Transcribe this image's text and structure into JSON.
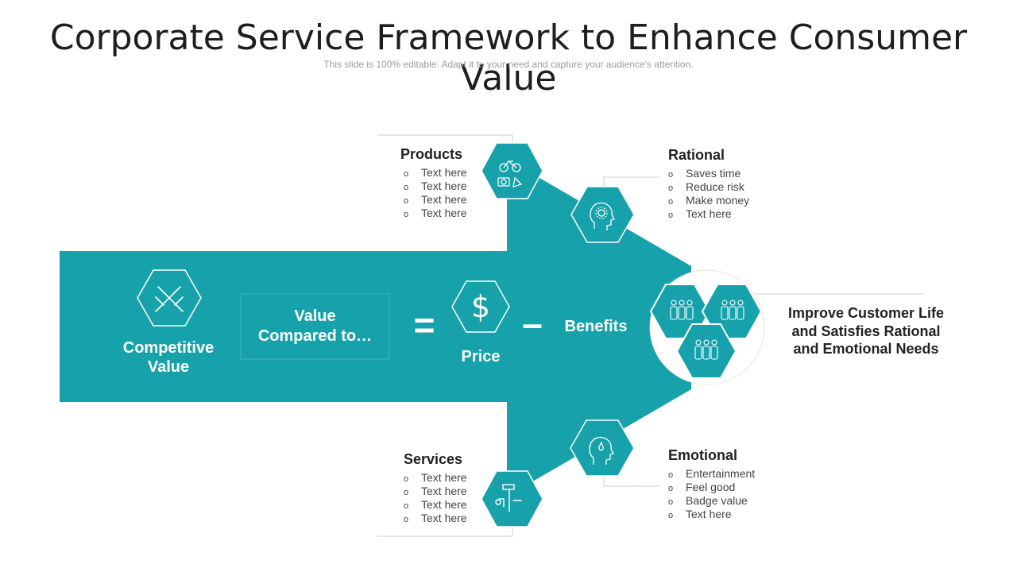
{
  "title": "Corporate Service Framework to Enhance Consumer Value",
  "subtitle": "This slide is 100% editable. Adapt it to your need and capture your audience's attention.",
  "colors": {
    "teal": "#17a2ab",
    "teal_dark": "#13939b",
    "white": "#ffffff"
  },
  "arrow": {
    "competitive_value": "Competitive\nValue",
    "value_compared": "Value\nCompared to…",
    "equals": "=",
    "price": "Price",
    "minus": "–",
    "benefits": "Benefits"
  },
  "products": {
    "title": "Products",
    "items": [
      "Text here",
      "Text here",
      "Text here",
      "Text here"
    ],
    "icon": "bicycle-camera-icon"
  },
  "services": {
    "title": "Services",
    "items": [
      "Text here",
      "Text here",
      "Text here",
      "Text here"
    ],
    "icon": "tools-icon"
  },
  "rational": {
    "title": "Rational",
    "items": [
      "Saves time",
      "Reduce risk",
      "Make money",
      "Text here"
    ],
    "icon": "head-gear-icon"
  },
  "emotional": {
    "title": "Emotional",
    "items": [
      "Entertainment",
      "Feel good",
      "Badge value",
      "Text here"
    ],
    "icon": "head-drop-icon"
  },
  "improve": "Improve Customer Life\nand Satisfies Rational\nand Emotional Needs",
  "icons": {
    "competitive": "crossed-swords-icon",
    "price": "dollar-icon",
    "customers": "people-group-icon"
  }
}
